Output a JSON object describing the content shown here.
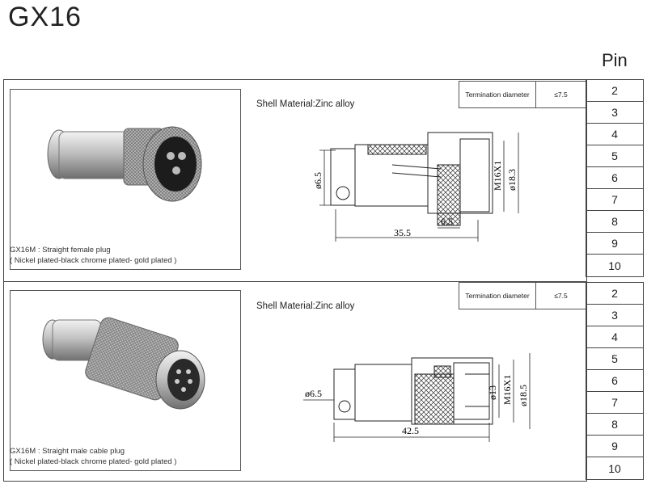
{
  "title": "GX16",
  "pin_header": "Pin",
  "products": [
    {
      "caption_name": "GX16M : Straight female plug",
      "caption_plating": "( Nickel plated-black chrome plated- gold plated )",
      "shell_material": "Shell  Material:Zinc alloy",
      "termination_label": "Termination diameter",
      "termination_value": "≤7.5",
      "dim_diameter_left": "ø6.5",
      "dim_thread": "M16X1",
      "dim_outer": "ø18.3",
      "dim_segment": "6.5",
      "dim_length": "35.5",
      "pins": [
        "2",
        "3",
        "4",
        "5",
        "6",
        "7",
        "8",
        "9",
        "10"
      ]
    },
    {
      "caption_name": "GX16M : Straight male cable plug",
      "caption_plating": "( Nickel plated-black chrome plated- gold plated )",
      "shell_material": "Shell  Material:Zinc alloy",
      "termination_label": "Termination diameter",
      "termination_value": "≤7.5",
      "dim_diameter_left": "ø6.5",
      "dim_inner": "ø13",
      "dim_thread": "M16X1",
      "dim_outer": "ø18.5",
      "dim_length": "42.5",
      "pins": [
        "2",
        "3",
        "4",
        "5",
        "6",
        "7",
        "8",
        "9",
        "10"
      ]
    }
  ]
}
